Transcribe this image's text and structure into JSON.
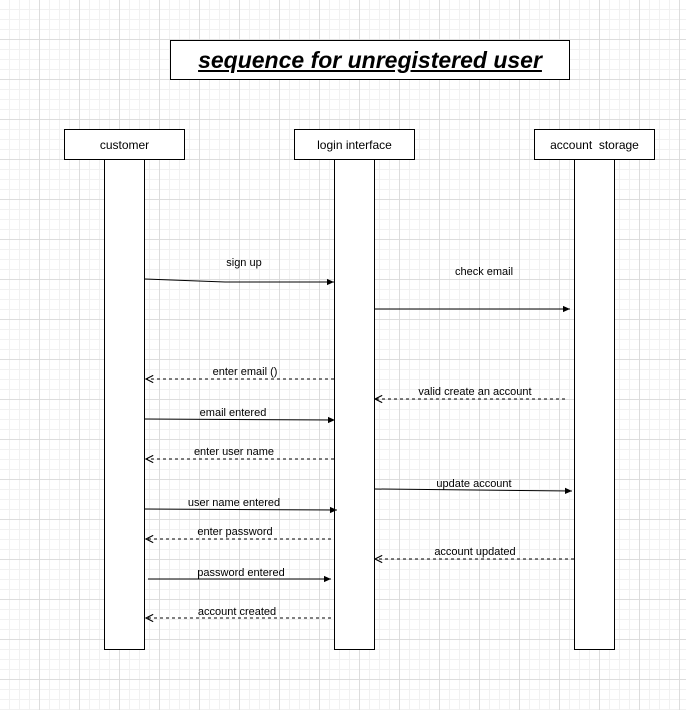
{
  "title": "sequence for unregistered user",
  "participants": [
    {
      "id": "customer",
      "label": "customer"
    },
    {
      "id": "login",
      "label": "login interface"
    },
    {
      "id": "storage",
      "label": "account  storage"
    }
  ],
  "messages": [
    {
      "label": "sign up",
      "from": "customer",
      "to": "login",
      "style": "solid"
    },
    {
      "label": "check email",
      "from": "login",
      "to": "storage",
      "style": "solid"
    },
    {
      "label": "enter email ()",
      "from": "login",
      "to": "customer",
      "style": "dashed"
    },
    {
      "label": "valid create an account",
      "from": "storage",
      "to": "login",
      "style": "dashed"
    },
    {
      "label": "email entered",
      "from": "customer",
      "to": "login",
      "style": "solid"
    },
    {
      "label": "enter user name",
      "from": "login",
      "to": "customer",
      "style": "dashed"
    },
    {
      "label": "update account",
      "from": "login",
      "to": "storage",
      "style": "solid"
    },
    {
      "label": "user name entered",
      "from": "customer",
      "to": "login",
      "style": "solid"
    },
    {
      "label": "enter password",
      "from": "login",
      "to": "customer",
      "style": "dashed"
    },
    {
      "label": "account updated",
      "from": "storage",
      "to": "login",
      "style": "dashed"
    },
    {
      "label": "password entered",
      "from": "customer",
      "to": "login",
      "style": "solid"
    },
    {
      "label": "account created",
      "from": "login",
      "to": "customer",
      "style": "dashed"
    }
  ]
}
